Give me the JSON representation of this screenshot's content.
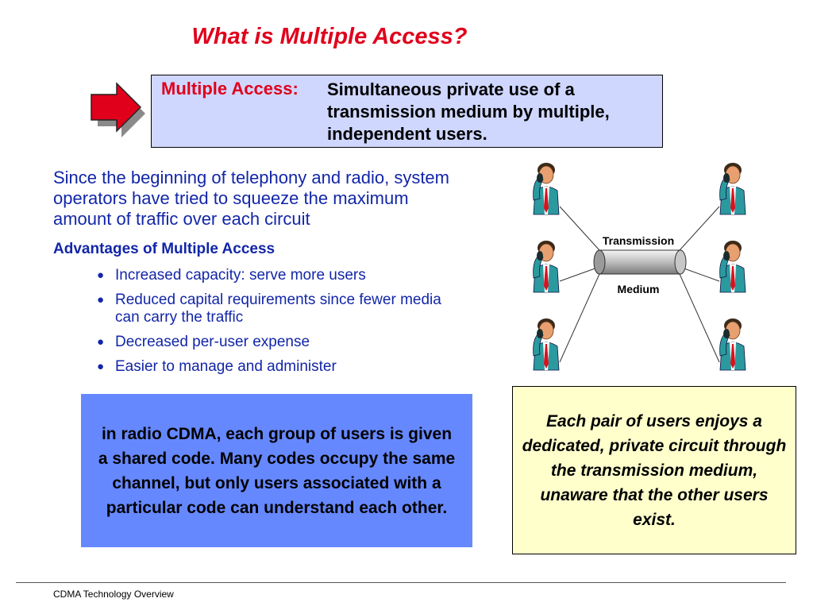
{
  "slide": {
    "title": "What is Multiple Access?",
    "definition": {
      "term": "Multiple Access:",
      "text": "Simultaneous private use of a transmission medium by multiple, independent users."
    },
    "intro": "Since the beginning of telephony and radio, system operators have tried to squeeze the maximum amount of traffic over each circuit",
    "advantages": {
      "title": "Advantages of Multiple Access",
      "items": [
        "Increased capacity: serve more users",
        "Reduced capital requirements since fewer media can carry the traffic",
        "Decreased per-user expense",
        "Easier to manage and administer"
      ]
    },
    "diagram": {
      "label_top": "Transmission",
      "label_bottom": "Medium"
    },
    "cdma_note": "in radio CDMA, each group of users is given a shared code. Many codes occupy the same channel, but only users associated with a particular code can understand each other.",
    "pair_note": "Each pair of users enjoys a dedicated, private circuit through the transmission medium, unaware that the other users exist.",
    "footer": "CDMA Technology Overview"
  },
  "colors": {
    "title": "#e0001b",
    "body_text": "#1226a8",
    "definition_box": "#cfd7ff",
    "cdma_box": "#6688ff",
    "pair_box": "#ffffcc"
  },
  "icons": [
    "arrow-right-icon",
    "phone-user-icon",
    "cable-cylinder-icon"
  ]
}
